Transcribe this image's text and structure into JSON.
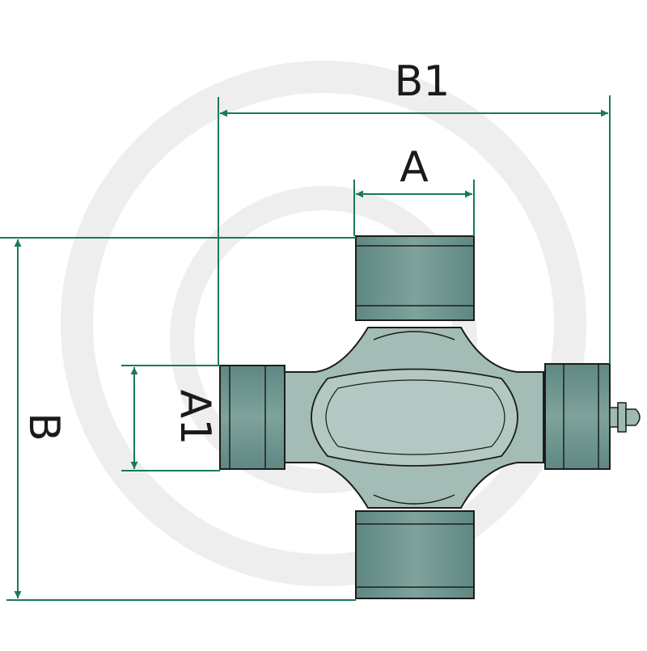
{
  "diagram": {
    "subject": "universal-joint-cross",
    "labels": {
      "b1": "B1",
      "a": "A",
      "a1": "A1",
      "b": "B"
    },
    "colors": {
      "dimension_line": "#1a7a55",
      "body_fill": "#9fbab3",
      "cap_fill": "#6f9690",
      "outline": "#1c1c1c",
      "watermark": "#eeeeee"
    }
  }
}
